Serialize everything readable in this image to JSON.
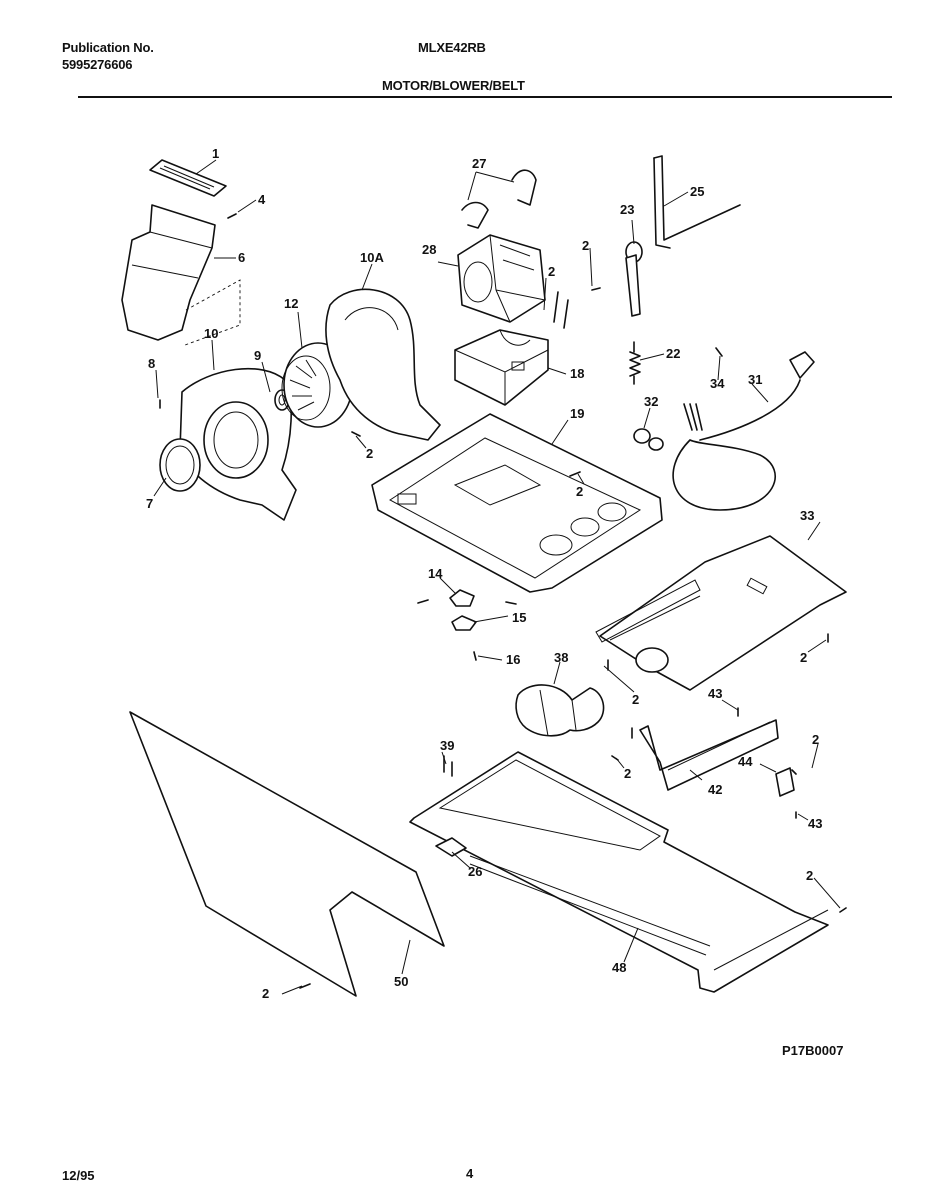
{
  "header": {
    "publication_label": "Publication No.",
    "publication_number": "5995276606",
    "model": "MLXE42RB",
    "section_title": "MOTOR/BLOWER/BELT"
  },
  "diagram": {
    "code": "P17B0007",
    "callouts": {
      "c1": "1",
      "c4": "4",
      "c6": "6",
      "c10a": "10A",
      "c12": "12",
      "c10": "10",
      "c8": "8",
      "c9": "9",
      "c7": "7",
      "c2_blower": "2",
      "c27": "27",
      "c28": "28",
      "c2_motor_a": "2",
      "c2_motor_b": "2",
      "c18": "18",
      "c19": "19",
      "c2_base": "2",
      "c23": "23",
      "c25": "25",
      "c22": "22",
      "c34": "34",
      "c31": "31",
      "c32": "32",
      "c33": "33",
      "c2_duct": "2",
      "c2_duct_b": "2",
      "c14": "14",
      "c15": "15",
      "c16": "16",
      "c38": "38",
      "c43_top": "43",
      "c39": "39",
      "c2_bracket": "2",
      "c42": "42",
      "c44": "44",
      "c2_clip": "2",
      "c43_bot": "43",
      "c26": "26",
      "c2_rail": "2",
      "c48": "48",
      "c2_panel": "2",
      "c50": "50"
    }
  },
  "footer": {
    "date": "12/95",
    "page": "4"
  }
}
